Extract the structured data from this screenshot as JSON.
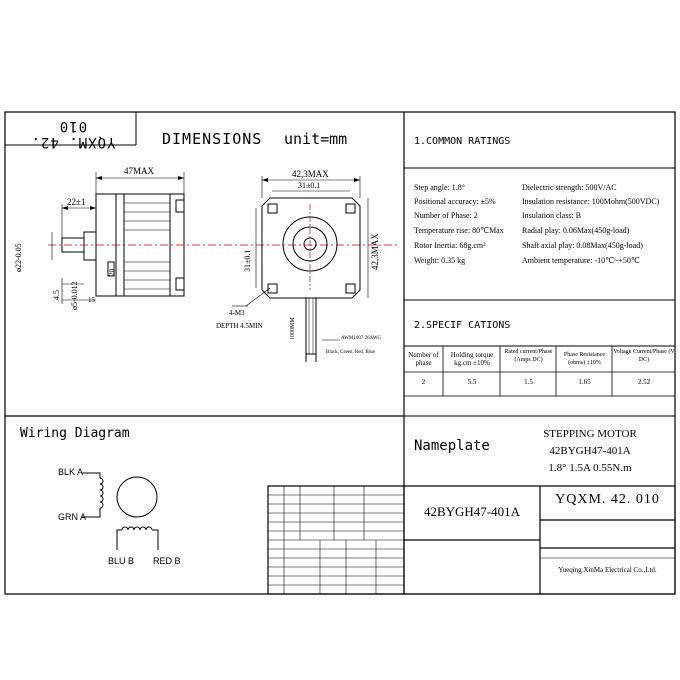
{
  "title_block": {
    "code_rotated": "YQXM. 42. 010"
  },
  "dimensions": {
    "title": "DIMENSIONS",
    "unit": "unit=mm",
    "side": {
      "len_max": "47MAX",
      "shaft_len": "22±1",
      "dia22": "ø22-0.05",
      "dia5": "ø5-0.012",
      "d45": "4.5",
      "d15": "15",
      "d20": "20"
    },
    "front": {
      "width_max": "42,3MAX",
      "pitch_h": "31±0.1",
      "pitch_v": "31±0.1",
      "height_max": "42,3MAX",
      "hole": "4-M3",
      "depth": "DEPTH 4.5MIN",
      "lead_len": "1000MM",
      "lead_note": "AWM1007 26AWG",
      "lead_colors": "Black, Green, Red, Blue"
    }
  },
  "ratings": {
    "header": "1.COMMON RATINGS",
    "rows": [
      [
        "Step angle: 1.8°",
        "Dielectric strength: 500V/AC"
      ],
      [
        "Positional accuracy: ±5%",
        "Insulation resistance: 100Mohm(500VDC)"
      ],
      [
        "Number of Phase: 2",
        "Insulation class: B"
      ],
      [
        "Temperature rise: 80℃Max",
        "Radial play: 0.06Max(450g-load)"
      ],
      [
        "Rotor Inertia: 68g.cm²",
        "Shaft axial play: 0.08Max(450g-load)"
      ],
      [
        "Weight: 0.35 kg",
        "Ambient temperature: -10℃~+50℃"
      ]
    ]
  },
  "specs": {
    "header": "2.SPECIF CATIONS",
    "columns": [
      "Number of phase",
      "Holding torque kg.cm ±10%",
      "Rated current/Phase (Amps DC)",
      "Phase Resistance (ohms) ±10%",
      "Voltage Current/Phase (V DC)"
    ],
    "values": [
      "2",
      "5.5",
      "1.5",
      "1.65",
      "2.52"
    ]
  },
  "wiring": {
    "title": "Wiring Diagram",
    "blk": "BLK A",
    "grn": "GRN A",
    "blu": "BLU B",
    "red": "RED B"
  },
  "nameplate": {
    "label": "Nameplate",
    "line1": "STEPPING MOTOR",
    "line2": "42BYGH47-401A",
    "line3": "1.8° 1.5A 0.55N.m"
  },
  "titlebox": {
    "model": "42BYGH47-401A",
    "code": "YQXM. 42. 010",
    "company": "Yueqing XinMa Electrical Co.,Ltd."
  }
}
